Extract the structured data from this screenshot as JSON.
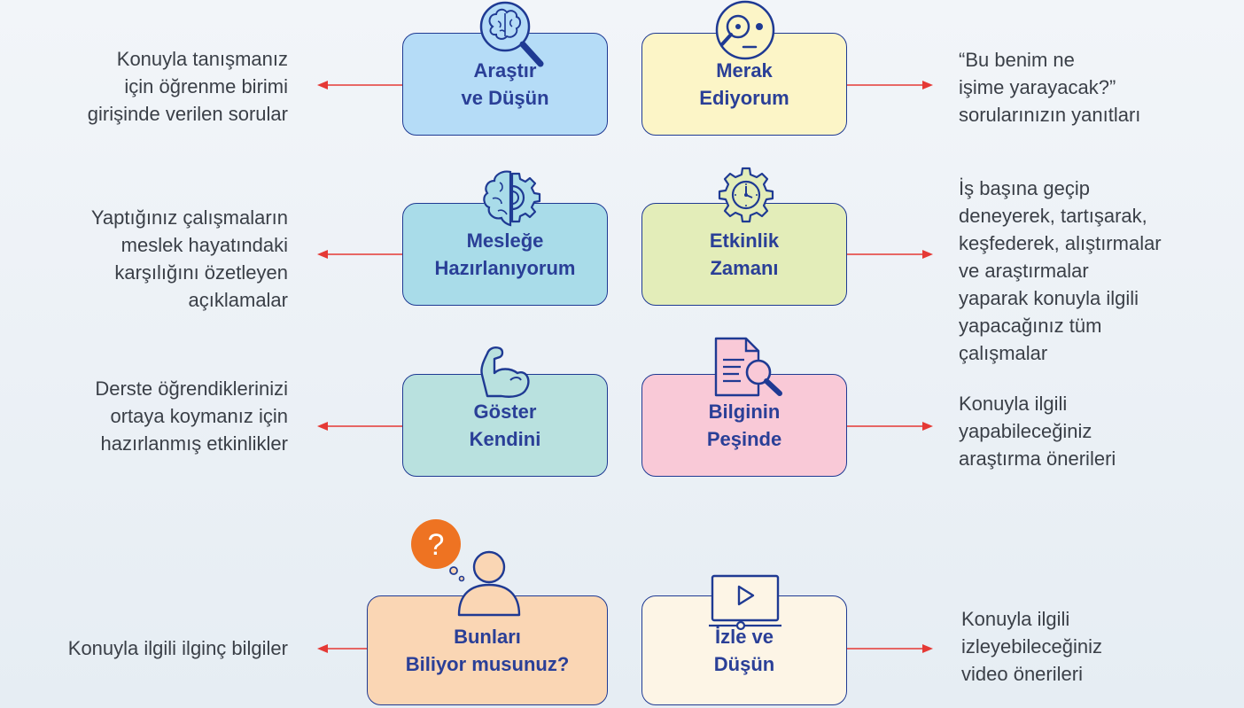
{
  "colors": {
    "border": "#1f3a93",
    "title": "#2a3f97",
    "arrow": "#e53935",
    "icon": "#1f3a93",
    "question_badge": "#ee7322"
  },
  "rows": [
    {
      "left_box": {
        "lines": [
          "Araştır",
          "ve Düşün"
        ],
        "fill": "#b5dcf7",
        "icon": "brain-magnifier-icon"
      },
      "right_box": {
        "lines": [
          "Merak",
          "Ediyorum"
        ],
        "fill": "#fcf5c7",
        "icon": "curious-face-magnifier-icon"
      },
      "left_desc": [
        "Konuyla tanışmanız",
        "için öğrenme birimi",
        "girişinde verilen sorular"
      ],
      "right_desc": [
        "“Bu benim ne",
        "işime yarayacak?”",
        "sorularınızın yanıtları"
      ]
    },
    {
      "left_box": {
        "lines": [
          "Mesleğe",
          "Hazırlanıyorum"
        ],
        "fill": "#a9dce9",
        "icon": "brain-gear-icon"
      },
      "right_box": {
        "lines": [
          "Etkinlik",
          "Zamanı"
        ],
        "fill": "#e3edb9",
        "icon": "gear-clock-icon"
      },
      "left_desc": [
        "Yaptığınız çalışmaların",
        "meslek hayatındaki",
        "karşılığını özetleyen",
        "açıklamalar"
      ],
      "right_desc": [
        "İş başına geçip",
        "deneyerek, tartışarak,",
        "keşfederek, alıştırmalar",
        "ve araştırmalar",
        "yaparak konuyla ilgili",
        "yapacağınız tüm",
        "çalışmalar"
      ]
    },
    {
      "left_box": {
        "lines": [
          "Göster",
          "Kendini"
        ],
        "fill": "#b9e1df",
        "icon": "flexed-arm-icon"
      },
      "right_box": {
        "lines": [
          "Bilginin",
          "Peşinde"
        ],
        "fill": "#f9c9d7",
        "icon": "document-search-icon"
      },
      "left_desc": [
        "Derste öğrendiklerinizi",
        "ortaya koymanız için",
        "hazırlanmış etkinlikler"
      ],
      "right_desc": [
        "Konuyla ilgili",
        "yapabileceğiniz",
        "araştırma önerileri"
      ]
    },
    {
      "left_box": {
        "lines": [
          "Bunları",
          "Biliyor musunuz?"
        ],
        "fill": "#fad6b4",
        "icon": "person-question-icon",
        "badge": "?"
      },
      "right_box": {
        "lines": [
          "İzle ve",
          "Düşün"
        ],
        "fill": "#fdf5e6",
        "icon": "video-player-icon"
      },
      "left_desc": [
        "Konuyla ilgili ilginç bilgiler"
      ],
      "right_desc": [
        "Konuyla ilgili",
        "izleyebileceğiniz",
        "video önerileri"
      ]
    }
  ]
}
